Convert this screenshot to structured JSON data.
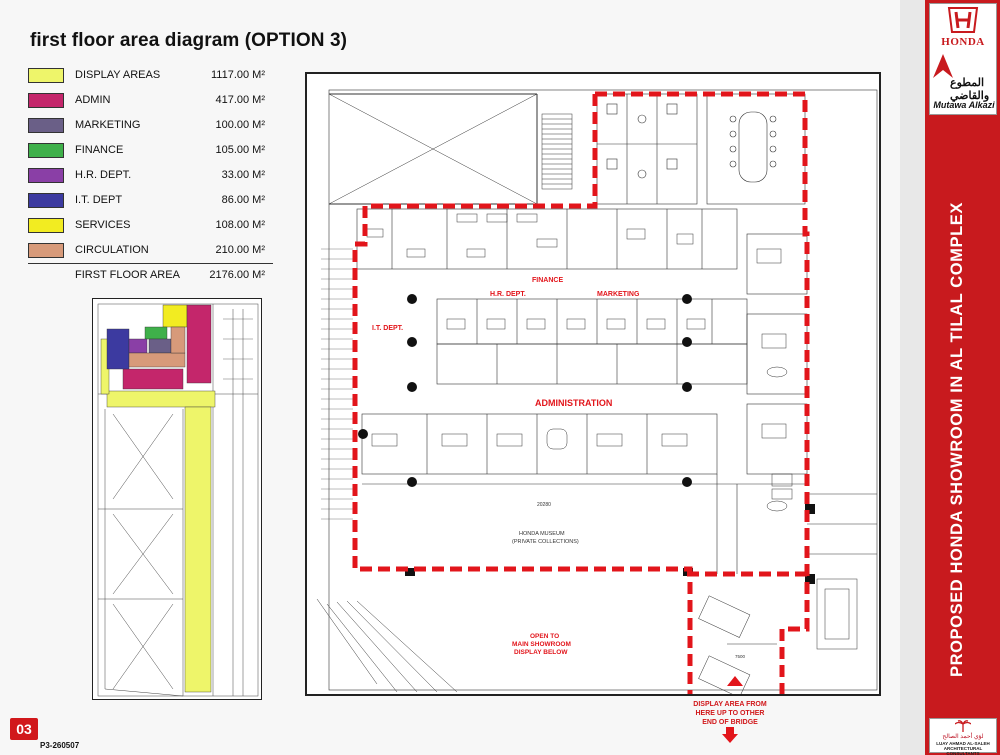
{
  "title": "first floor area diagram (OPTION 3)",
  "legend": [
    {
      "label": "DISPLAY AREAS",
      "value": "1117.00 M²",
      "color": "#eef56a"
    },
    {
      "label": "ADMIN",
      "value": "417.00 M²",
      "color": "#c4266b"
    },
    {
      "label": "MARKETING",
      "value": "100.00 M²",
      "color": "#6a5f87"
    },
    {
      "label": "FINANCE",
      "value": "105.00 M²",
      "color": "#3fb04a"
    },
    {
      "label": "H.R. DEPT.",
      "value": "33.00 M²",
      "color": "#8a3fa6"
    },
    {
      "label": "I.T. DEPT",
      "value": "86.00 M²",
      "color": "#3c3aa0"
    },
    {
      "label": "SERVICES",
      "value": "108.00 M²",
      "color": "#f2ec21"
    },
    {
      "label": "CIRCULATION",
      "value": "210.00 M²",
      "color": "#d79a7a"
    }
  ],
  "total": {
    "label": "FIRST FLOOR AREA",
    "value": "2176.00 M²"
  },
  "plan_labels": {
    "finance": "FINANCE",
    "hr": "H.R. DEPT.",
    "marketing": "MARKETING",
    "it": "I.T. DEPT.",
    "administration": "ADMINISTRATION",
    "museum_1": "HONDA MUSEUM",
    "museum_2": "(PRIVATE COLLECTIONS)",
    "open_1": "OPEN TO",
    "open_2": "MAIN SHOWROOM",
    "open_3": "DISPLAY BELOW",
    "dim_20280": "20280",
    "dim_7500": "7500"
  },
  "bottom_note": [
    "DISPLAY AREA FROM",
    "HERE UP TO OTHER",
    "END OF BRIDGE"
  ],
  "page_number": "03",
  "doc_code": "P3-260507",
  "brand": {
    "honda": "HONDA",
    "partner_ar": "المطوع والقاضي",
    "partner_en": "Mutawa Alkazi"
  },
  "side_title": "PROPOSED HONDA SHOWROOM IN AL TILAL COMPLEX",
  "architect": {
    "ar": "لؤي أحمد الصالح",
    "en_1": "LUAY AHMAD AL-SALEH",
    "en_2": "ARCHITECTURAL CONSULTANTS"
  },
  "colors": {
    "accent_red": "#d1181b",
    "side_red": "#c81a1e"
  }
}
